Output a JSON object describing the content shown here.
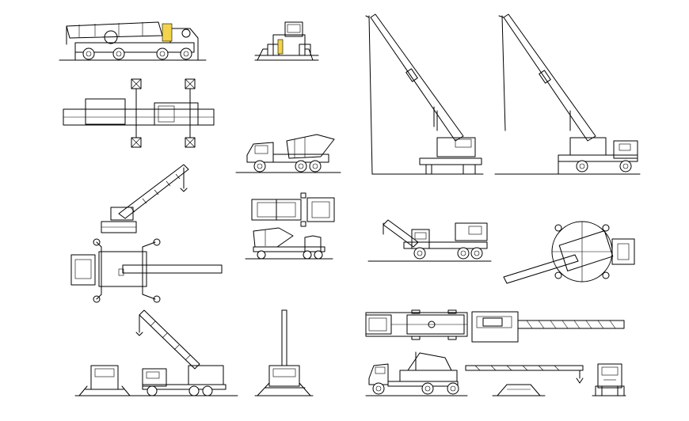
{
  "drawing": {
    "background": "#ffffff",
    "line_color": "#000000",
    "accent_color": "#f3d34a",
    "views": [
      {
        "name": "truck-crane-side-view-top-left"
      },
      {
        "name": "truck-crane-cab-front-view"
      },
      {
        "name": "tower-crane-side-view-tall-a"
      },
      {
        "name": "truck-crane-side-view-tall-b"
      },
      {
        "name": "truck-crane-plan-view-outriggers"
      },
      {
        "name": "concrete-mixer-truck-side-view"
      },
      {
        "name": "lattice-boom-crawler-crane"
      },
      {
        "name": "concrete-mixer-truck-plan-view"
      },
      {
        "name": "concrete-mixer-truck-small-side-view"
      },
      {
        "name": "telescopic-truck-crane-side-view"
      },
      {
        "name": "crane-slew-plan-view-circle"
      },
      {
        "name": "crane-plan-view-outriggers-boom"
      },
      {
        "name": "lattice-crane-truck-front-and-side"
      },
      {
        "name": "crane-mast-front-view"
      },
      {
        "name": "truck-crane-plan-view-bottom"
      },
      {
        "name": "lattice-boom-plan-view"
      },
      {
        "name": "truck-crane-side-view-bottom"
      },
      {
        "name": "boom-with-hook-side-view"
      },
      {
        "name": "truck-front-view-bottom-right"
      }
    ]
  }
}
